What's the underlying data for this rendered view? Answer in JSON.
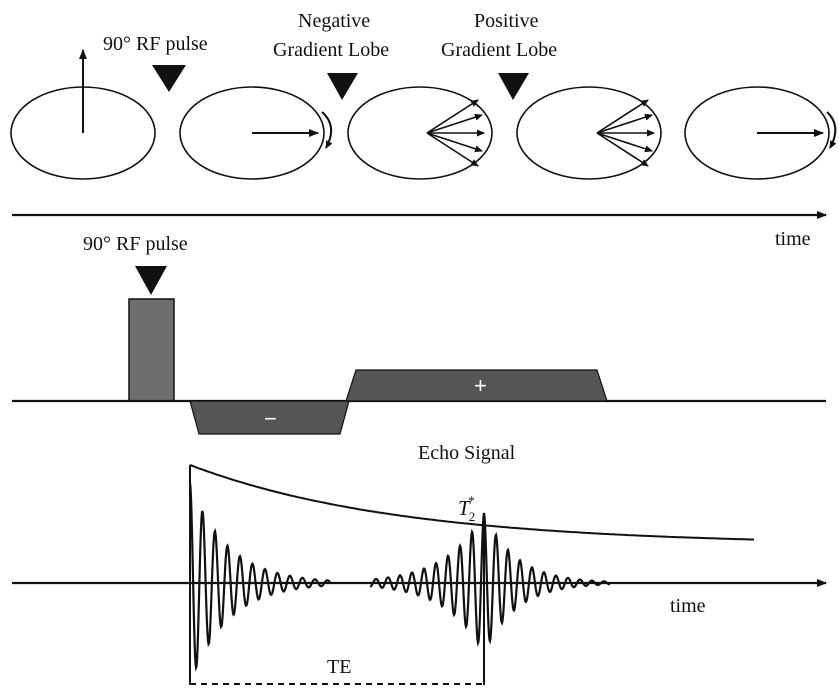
{
  "labels": {
    "rf_pulse_top": "90° RF pulse",
    "negative_line1": "Negative",
    "negative_line2": "Gradient Lobe",
    "positive_line1": "Positive",
    "positive_line2": "Gradient Lobe",
    "time_top": "time",
    "rf_pulse_mid": "90° RF pulse",
    "minus": "−",
    "plus": "+",
    "echo_signal": "Echo Signal",
    "t2star_base": "T",
    "t2star_sub": "2",
    "t2star_sup": "*",
    "time_bottom": "time",
    "te": "TE"
  },
  "colors": {
    "line": "#111111",
    "pulse_fill": "#6e6e6e",
    "lobe_fill": "#555555"
  }
}
